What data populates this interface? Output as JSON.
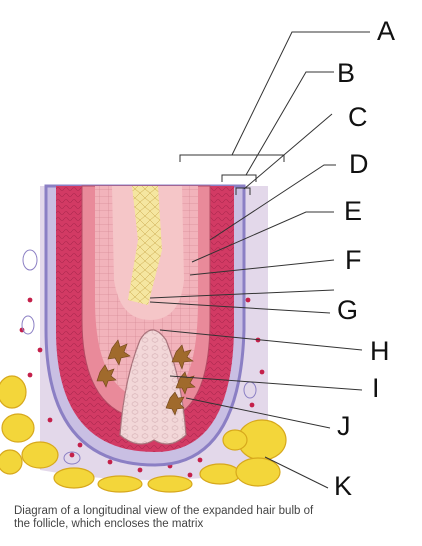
{
  "diagram": {
    "labels": [
      "A",
      "B",
      "C",
      "D",
      "E",
      "F",
      "G",
      "H",
      "I",
      "J",
      "K"
    ],
    "caption": "Diagram of a longitudinal view of the expanded hair bulb of the follicle, which encloses the matrix"
  },
  "colors": {
    "dermis": "#e3d8ea",
    "sheath_blue": "#8b7fc4",
    "outer_root_sheath": "#d23a64",
    "inner_layers": "#f2b3bb",
    "medulla": "#f5e6a0",
    "papilla": "#f2d7d8",
    "melanocytes": "#a06a2c",
    "fat": "#f3d63a",
    "leader_line": "#333333"
  }
}
